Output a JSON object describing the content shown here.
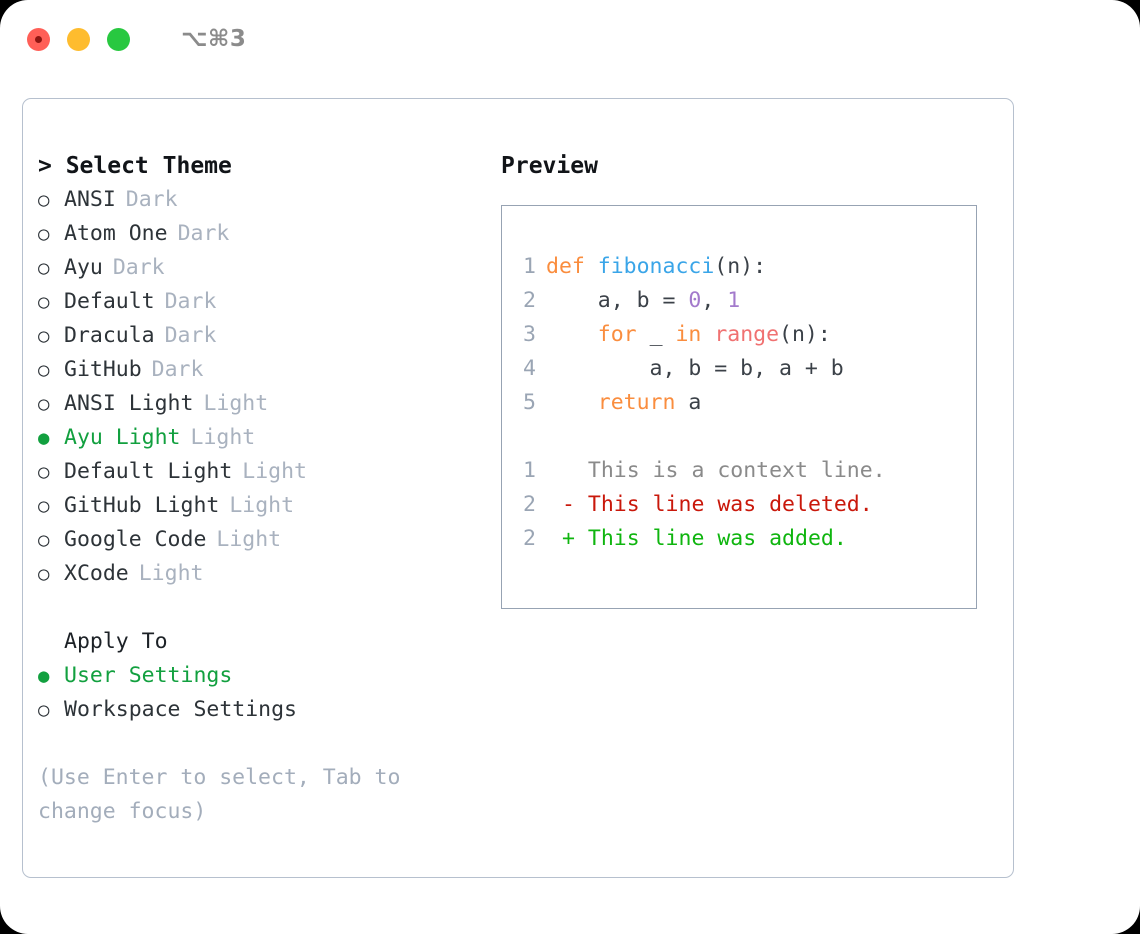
{
  "titlebar": {
    "shortcut": "⌥⌘3",
    "lights": [
      "close-red",
      "minimize-yellow",
      "maximize-green"
    ]
  },
  "theme_picker": {
    "heading": "> Select Theme",
    "options": [
      {
        "bullet": "○",
        "label": "ANSI",
        "tag": "Dark",
        "selected": false
      },
      {
        "bullet": "○",
        "label": "Atom One",
        "tag": "Dark",
        "selected": false
      },
      {
        "bullet": "○",
        "label": "Ayu",
        "tag": "Dark",
        "selected": false
      },
      {
        "bullet": "○",
        "label": "Default",
        "tag": "Dark",
        "selected": false
      },
      {
        "bullet": "○",
        "label": "Dracula",
        "tag": "Dark",
        "selected": false
      },
      {
        "bullet": "○",
        "label": "GitHub",
        "tag": "Dark",
        "selected": false
      },
      {
        "bullet": "○",
        "label": "ANSI Light",
        "tag": "Light",
        "selected": false
      },
      {
        "bullet": "●",
        "label": "Ayu Light",
        "tag": "Light",
        "selected": true
      },
      {
        "bullet": "○",
        "label": "Default Light",
        "tag": "Light",
        "selected": false
      },
      {
        "bullet": "○",
        "label": "GitHub Light",
        "tag": "Light",
        "selected": false
      },
      {
        "bullet": "○",
        "label": "Google Code",
        "tag": "Light",
        "selected": false
      },
      {
        "bullet": "○",
        "label": "XCode",
        "tag": "Light",
        "selected": false
      }
    ]
  },
  "apply_to": {
    "heading": "Apply To",
    "options": [
      {
        "bullet": "●",
        "label": "User Settings",
        "selected": true
      },
      {
        "bullet": "○",
        "label": "Workspace Settings",
        "selected": false
      }
    ]
  },
  "hint": "(Use Enter to select, Tab to change focus)",
  "preview": {
    "title": "Preview",
    "code_lines": [
      {
        "number": "1",
        "tokens": [
          {
            "text": "def ",
            "type": "keyword"
          },
          {
            "text": "fibonacci",
            "type": "function"
          },
          {
            "text": "(n):",
            "type": "plain"
          }
        ]
      },
      {
        "number": "2",
        "tokens": [
          {
            "text": "    a, b = ",
            "type": "plain"
          },
          {
            "text": "0",
            "type": "number"
          },
          {
            "text": ", ",
            "type": "plain"
          },
          {
            "text": "1",
            "type": "number"
          }
        ]
      },
      {
        "number": "3",
        "tokens": [
          {
            "text": "    ",
            "type": "plain"
          },
          {
            "text": "for",
            "type": "keyword"
          },
          {
            "text": " _ ",
            "type": "plain"
          },
          {
            "text": "in",
            "type": "keyword"
          },
          {
            "text": " ",
            "type": "plain"
          },
          {
            "text": "range",
            "type": "builtin"
          },
          {
            "text": "(n):",
            "type": "plain"
          }
        ]
      },
      {
        "number": "4",
        "tokens": [
          {
            "text": "        a, b = b, a + b",
            "type": "plain"
          }
        ]
      },
      {
        "number": "5",
        "tokens": [
          {
            "text": "    ",
            "type": "plain"
          },
          {
            "text": "return",
            "type": "keyword"
          },
          {
            "text": " a",
            "type": "plain"
          }
        ]
      }
    ],
    "diff_lines": [
      {
        "number": "1",
        "marker": " ",
        "text": " This is a context line.",
        "type": "context"
      },
      {
        "number": "2",
        "marker": "-",
        "text": " This line was deleted.",
        "type": "deleted"
      },
      {
        "number": "2",
        "marker": "+",
        "text": " This line was added.",
        "type": "added"
      }
    ]
  },
  "colors": {
    "accent_green": "#12a03f",
    "keyword_orange": "#fa8d3e",
    "function_blue": "#3aa5e8",
    "number_purple": "#a37acc",
    "builtin_red": "#f07171",
    "diff_deleted": "#c9180b",
    "diff_added": "#0fb50f",
    "muted_tag": "#a9b2bf",
    "border": "#b6c0ce"
  }
}
